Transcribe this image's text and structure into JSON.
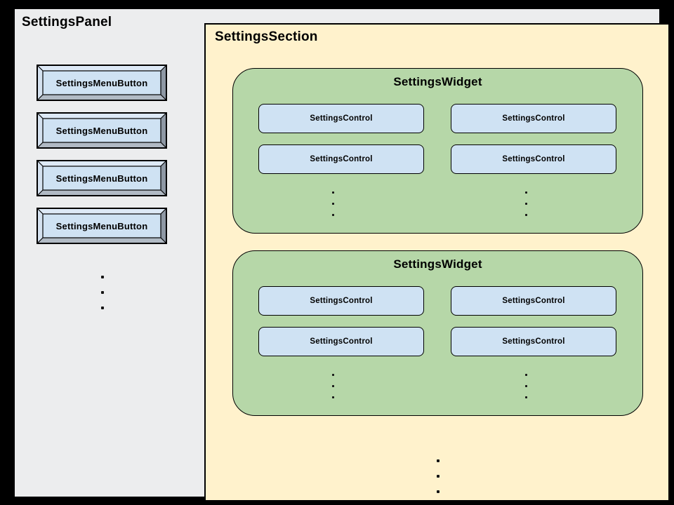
{
  "panel": {
    "title": "SettingsPanel",
    "menu_buttons": [
      {
        "label": "SettingsMenuButton"
      },
      {
        "label": "SettingsMenuButton"
      },
      {
        "label": "SettingsMenuButton"
      },
      {
        "label": "SettingsMenuButton"
      }
    ]
  },
  "section": {
    "title": "SettingsSection",
    "widgets": [
      {
        "title": "SettingsWidget",
        "controls": [
          {
            "label": "SettingsControl"
          },
          {
            "label": "SettingsControl"
          },
          {
            "label": "SettingsControl"
          },
          {
            "label": "SettingsControl"
          }
        ]
      },
      {
        "title": "SettingsWidget",
        "controls": [
          {
            "label": "SettingsControl"
          },
          {
            "label": "SettingsControl"
          },
          {
            "label": "SettingsControl"
          },
          {
            "label": "SettingsControl"
          }
        ]
      }
    ]
  },
  "colors": {
    "frame": "#000000",
    "panel_bg": "#ECEDEE",
    "section_bg": "#FFF2CC",
    "widget_bg": "#B6D7A8",
    "control_bg": "#CFE2F3",
    "button_face": "#CFE2F3",
    "border": "#000000"
  }
}
